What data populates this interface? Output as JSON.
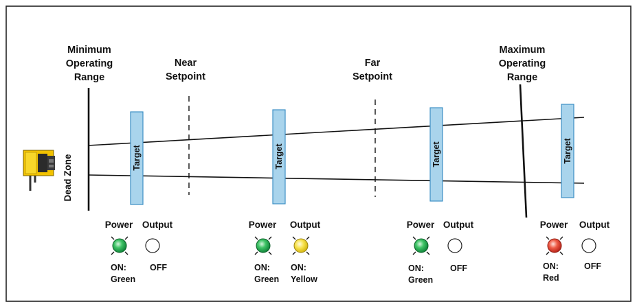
{
  "labels": {
    "min_range": [
      "Minimum",
      "Operating",
      "Range"
    ],
    "near_setpoint": [
      "Near",
      "Setpoint"
    ],
    "far_setpoint": [
      "Far",
      "Setpoint"
    ],
    "max_range": [
      "Maximum",
      "Operating",
      "Range"
    ],
    "dead_zone": "Dead Zone",
    "target": "Target"
  },
  "indicators": [
    {
      "power_label": "Power",
      "output_label": "Output",
      "power_state": [
        "ON:",
        "Green"
      ],
      "output_state": [
        "OFF"
      ],
      "power_color": "green",
      "output_color": "off"
    },
    {
      "power_label": "Power",
      "output_label": "Output",
      "power_state": [
        "ON:",
        "Green"
      ],
      "output_state": [
        "ON:",
        "Yellow"
      ],
      "power_color": "green",
      "output_color": "yellow"
    },
    {
      "power_label": "Power",
      "output_label": "Output",
      "power_state": [
        "ON:",
        "Green"
      ],
      "output_state": [
        "OFF"
      ],
      "power_color": "green",
      "output_color": "off"
    },
    {
      "power_label": "Power",
      "output_label": "Output",
      "power_state": [
        "ON:",
        "Red"
      ],
      "output_state": [
        "OFF"
      ],
      "power_color": "red",
      "output_color": "off"
    }
  ],
  "colors": {
    "target_fill": "#a9d4ec",
    "target_stroke": "#3c8fc4",
    "sensor_body": "#f2c200",
    "led_green": "#1ea94a",
    "led_yellow": "#f6df3a",
    "led_red": "#e03a2a",
    "led_off": "#ffffff"
  }
}
